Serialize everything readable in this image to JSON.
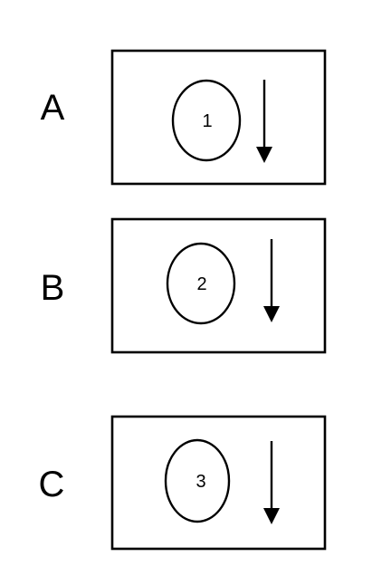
{
  "panels": [
    {
      "label": "A",
      "number": "1"
    },
    {
      "label": "B",
      "number": "2"
    },
    {
      "label": "C",
      "number": "3"
    }
  ],
  "colors": {
    "stroke": "#000000",
    "background": "#ffffff"
  },
  "icons": {
    "arrow": "down-arrow-icon"
  }
}
